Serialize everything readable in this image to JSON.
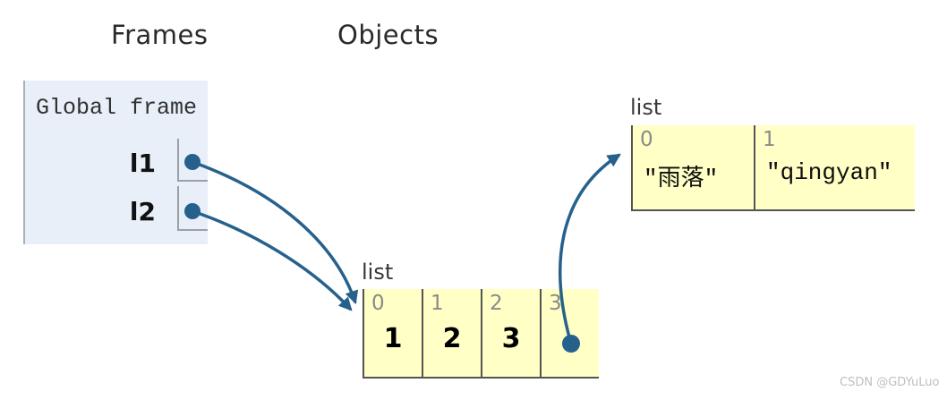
{
  "headers": {
    "frames": "Frames",
    "objects": "Objects"
  },
  "global_frame": {
    "title": "Global frame",
    "variables": [
      {
        "name": "l1",
        "value": "pointer-to-list1"
      },
      {
        "name": "l2",
        "value": "pointer-to-list1"
      }
    ]
  },
  "objects": {
    "list1": {
      "type_label": "list",
      "cells": [
        {
          "index": "0",
          "value": "1"
        },
        {
          "index": "1",
          "value": "2"
        },
        {
          "index": "2",
          "value": "3"
        },
        {
          "index": "3",
          "value": "",
          "pointer_to": "list2"
        }
      ]
    },
    "list2": {
      "type_label": "list",
      "cells": [
        {
          "index": "0",
          "value": "″雨落″"
        },
        {
          "index": "1",
          "value": "″qingyan″"
        }
      ]
    }
  },
  "references": [
    {
      "from": "l1",
      "to": "list1"
    },
    {
      "from": "l2",
      "to": "list1"
    },
    {
      "from": "list1[3]",
      "to": "list2"
    }
  ],
  "colors": {
    "frame_bg": "#e9eff8",
    "frame_border": "#a6b3b6",
    "cell_bg": "#ffffc6",
    "cell_border": "#545454",
    "index_text": "#8a8a8a",
    "arrow": "#26618d"
  },
  "watermark": "CSDN @GDYuLuo"
}
